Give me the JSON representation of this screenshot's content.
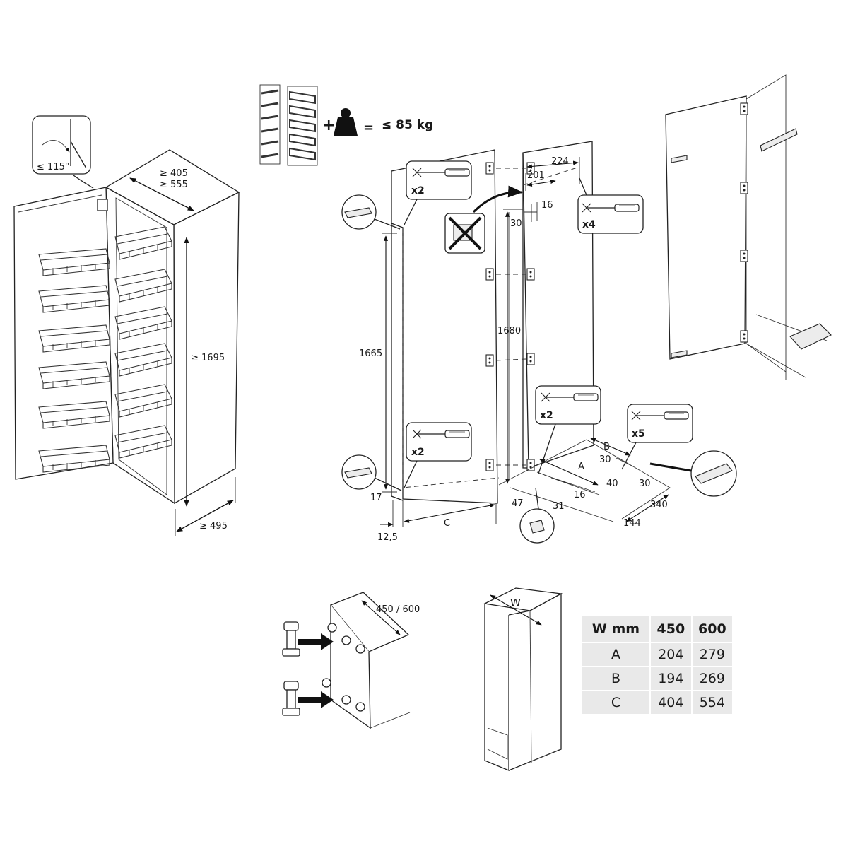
{
  "top_left": {
    "angle": "≤ 115°",
    "depth_range": [
      "≥ 405",
      "≥ 555"
    ],
    "height": "≥ 1695",
    "width": "≥ 495"
  },
  "load": {
    "plus": "+",
    "equals": "=",
    "max_load": "≤ 85 kg"
  },
  "center": {
    "dims": {
      "d224": "224",
      "d201": "201",
      "d16a": "16",
      "d30a": "30",
      "d1665": "1665",
      "d1680": "1680",
      "d17": "17",
      "d12_5": "12,5",
      "dC": "C",
      "d47": "47",
      "d31": "31",
      "d16b": "16",
      "dA": "A",
      "dB": "B",
      "d30b": "30",
      "d40": "40",
      "d30c": "30",
      "d340": "340",
      "d144": "144"
    },
    "screws": {
      "upper_left": "x2",
      "lower_left": "x2",
      "upper_right": "x4",
      "lower_mid": "x2",
      "lower_right": "x5"
    }
  },
  "bottom": {
    "width_label": "450 / 600",
    "cabinet_w": "W"
  },
  "table": {
    "headers": [
      "W mm",
      "450",
      "600"
    ],
    "rows": [
      [
        "A",
        "204",
        "279"
      ],
      [
        "B",
        "194",
        "269"
      ],
      [
        "C",
        "404",
        "554"
      ]
    ]
  }
}
